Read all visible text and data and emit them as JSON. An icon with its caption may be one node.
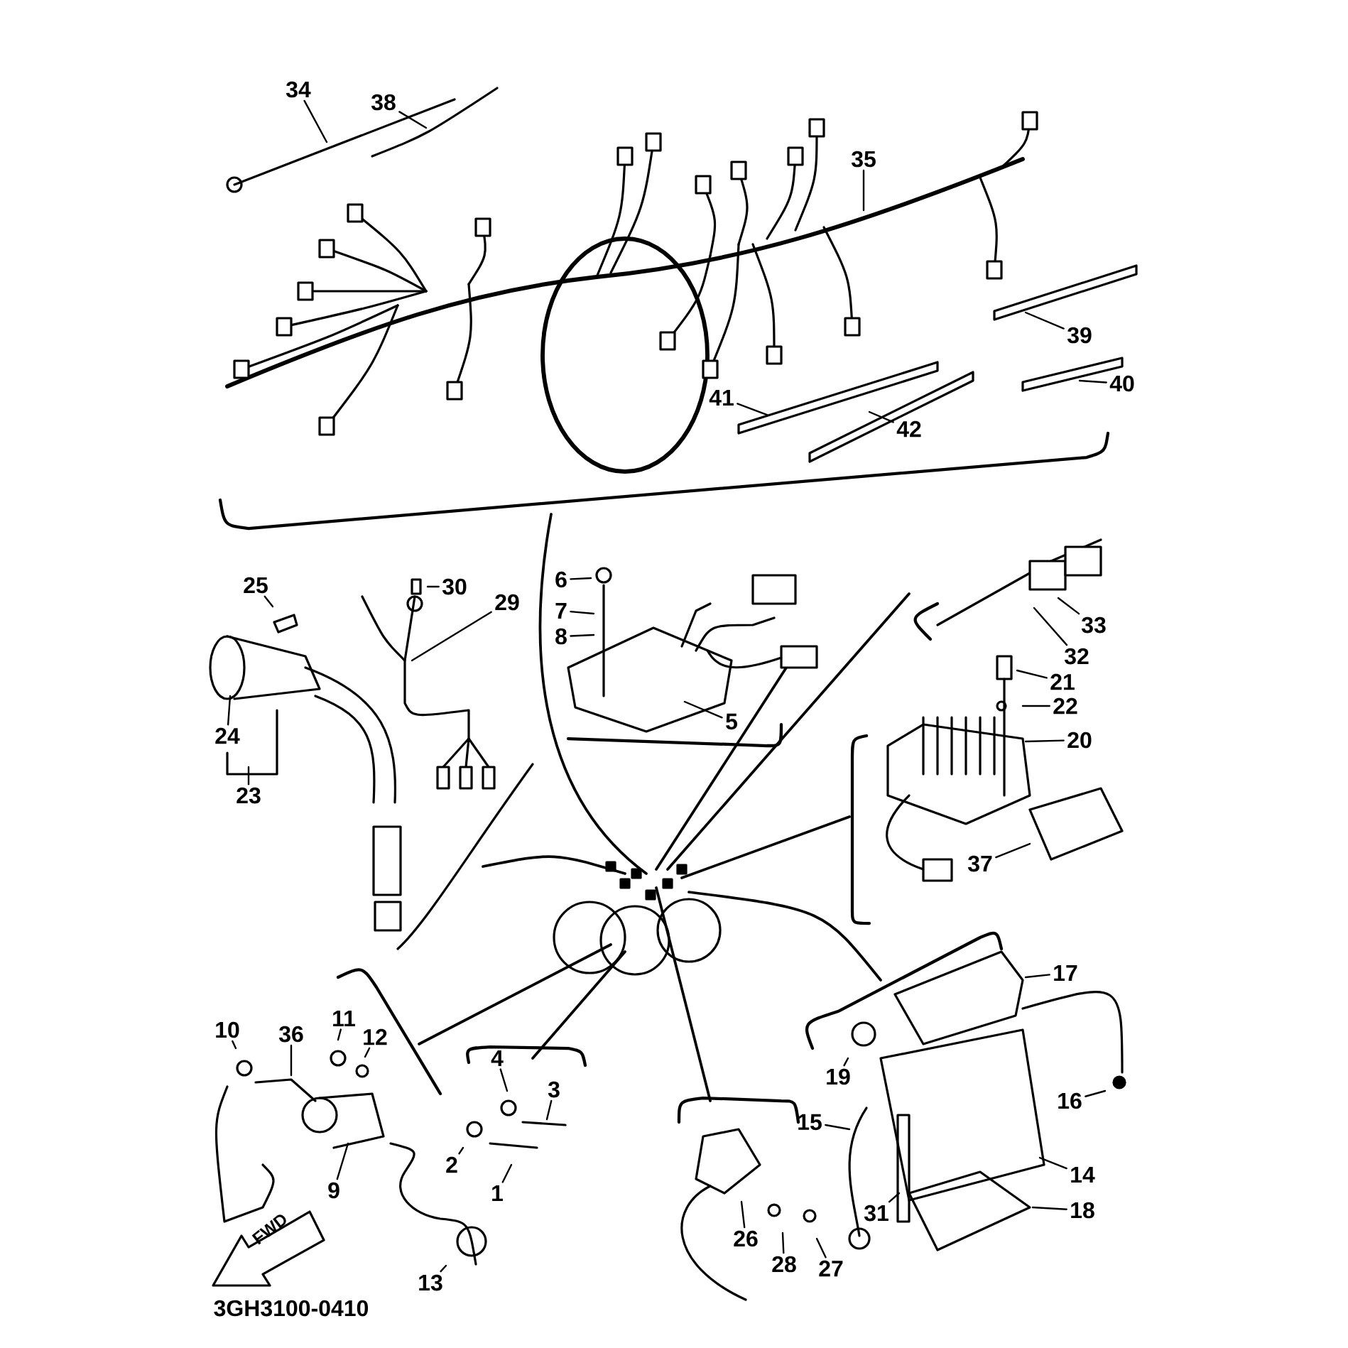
{
  "diagram": {
    "nodes": [
      {
        "text": [
          "34"
        ]
      },
      {
        "text": [
          "38"
        ]
      },
      {
        "text": [
          "35"
        ]
      },
      {
        "text": [
          "39"
        ]
      },
      {
        "text": [
          "40"
        ]
      },
      {
        "text": [
          "41"
        ]
      },
      {
        "text": [
          "42"
        ]
      },
      {
        "text": [
          "25"
        ]
      },
      {
        "text": [
          "30"
        ]
      },
      {
        "text": [
          "29"
        ]
      },
      {
        "text": [
          "6"
        ]
      },
      {
        "text": [
          "7"
        ]
      },
      {
        "text": [
          "8"
        ]
      },
      {
        "text": [
          "5"
        ]
      },
      {
        "text": [
          "33"
        ]
      },
      {
        "text": [
          "32"
        ]
      },
      {
        "text": [
          "21"
        ]
      },
      {
        "text": [
          "22"
        ]
      },
      {
        "text": [
          "20"
        ]
      },
      {
        "text": [
          "37"
        ]
      },
      {
        "text": [
          "24"
        ]
      },
      {
        "text": [
          "23"
        ]
      },
      {
        "text": [
          "17"
        ]
      },
      {
        "text": [
          "19"
        ]
      },
      {
        "text": [
          "16"
        ]
      },
      {
        "text": [
          "15"
        ]
      },
      {
        "text": [
          "14"
        ]
      },
      {
        "text": [
          "18"
        ]
      },
      {
        "text": [
          "31"
        ]
      },
      {
        "text": [
          "10"
        ]
      },
      {
        "text": [
          "36"
        ]
      },
      {
        "text": [
          "11"
        ]
      },
      {
        "text": [
          "12"
        ]
      },
      {
        "text": [
          "9"
        ]
      },
      {
        "text": [
          "2"
        ]
      },
      {
        "text": [
          "4"
        ]
      },
      {
        "text": [
          "3"
        ]
      },
      {
        "text": [
          "1"
        ]
      },
      {
        "text": [
          "13"
        ]
      },
      {
        "text": [
          "26"
        ]
      },
      {
        "text": [
          "28"
        ]
      },
      {
        "text": [
          "27"
        ]
      }
    ],
    "edges": [
      {
        "from": 0,
        "to": null,
        "arrow": "none"
      },
      {
        "from": 1,
        "to": null,
        "arrow": "none"
      },
      {
        "from": 2,
        "to": null,
        "arrow": "none"
      },
      {
        "from": 3,
        "to": null,
        "arrow": "none"
      },
      {
        "from": 4,
        "to": null,
        "arrow": "none"
      },
      {
        "from": 5,
        "to": null,
        "arrow": "none"
      },
      {
        "from": 6,
        "to": null,
        "arrow": "none"
      },
      {
        "from": 7,
        "to": null,
        "arrow": "none"
      },
      {
        "from": 8,
        "to": null,
        "arrow": "none"
      },
      {
        "from": 9,
        "to": null,
        "arrow": "none"
      },
      {
        "from": 10,
        "to": null,
        "arrow": "none"
      },
      {
        "from": 11,
        "to": null,
        "arrow": "none"
      },
      {
        "from": 12,
        "to": null,
        "arrow": "none"
      },
      {
        "from": 13,
        "to": null,
        "arrow": "none"
      },
      {
        "from": 14,
        "to": null,
        "arrow": "none"
      },
      {
        "from": 15,
        "to": null,
        "arrow": "none"
      },
      {
        "from": 16,
        "to": null,
        "arrow": "none"
      },
      {
        "from": 17,
        "to": null,
        "arrow": "none"
      },
      {
        "from": 18,
        "to": null,
        "arrow": "none"
      },
      {
        "from": 19,
        "to": null,
        "arrow": "none"
      },
      {
        "from": 20,
        "to": null,
        "arrow": "none"
      },
      {
        "from": 21,
        "to": null,
        "arrow": "none"
      },
      {
        "from": 22,
        "to": null,
        "arrow": "none"
      },
      {
        "from": 23,
        "to": null,
        "arrow": "none"
      },
      {
        "from": 24,
        "to": null,
        "arrow": "none"
      },
      {
        "from": 25,
        "to": null,
        "arrow": "none"
      },
      {
        "from": 26,
        "to": null,
        "arrow": "none"
      },
      {
        "from": 27,
        "to": null,
        "arrow": "none"
      },
      {
        "from": 28,
        "to": null,
        "arrow": "none"
      },
      {
        "from": 29,
        "to": null,
        "arrow": "none"
      },
      {
        "from": 30,
        "to": null,
        "arrow": "none"
      },
      {
        "from": 31,
        "to": null,
        "arrow": "none"
      },
      {
        "from": 32,
        "to": null,
        "arrow": "none"
      },
      {
        "from": 33,
        "to": null,
        "arrow": "none"
      },
      {
        "from": 34,
        "to": null,
        "arrow": "none"
      },
      {
        "from": 35,
        "to": null,
        "arrow": "none"
      },
      {
        "from": 36,
        "to": null,
        "arrow": "none"
      },
      {
        "from": 37,
        "to": null,
        "arrow": "none"
      },
      {
        "from": 38,
        "to": null,
        "arrow": "none"
      },
      {
        "from": 39,
        "to": null,
        "arrow": "none"
      },
      {
        "from": 40,
        "to": null,
        "arrow": "none"
      },
      {
        "from": 41,
        "to": null,
        "arrow": "none"
      }
    ],
    "labels": [
      "FWD",
      "3GH3100-0410"
    ]
  }
}
